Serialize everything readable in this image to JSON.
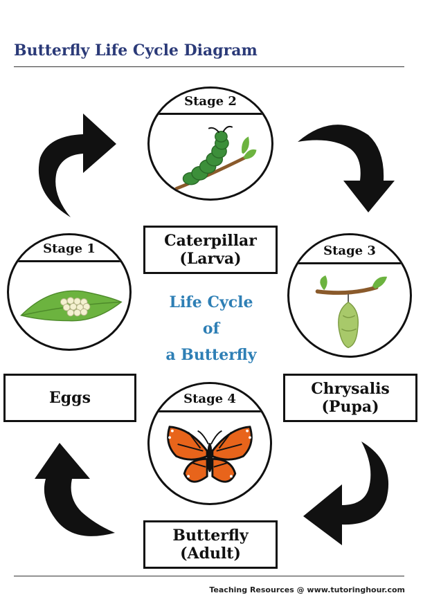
{
  "title": "Butterfly Life Cycle Diagram",
  "center": {
    "line1": "Life Cycle",
    "line2": "of",
    "line3": "a Butterfly"
  },
  "stages": [
    {
      "heading": "Stage 1",
      "label_line1": "Eggs",
      "label_line2": "",
      "icon": "eggs-on-leaf-icon"
    },
    {
      "heading": "Stage 2",
      "label_line1": "Caterpillar",
      "label_line2": "(Larva)",
      "icon": "caterpillar-icon"
    },
    {
      "heading": "Stage 3",
      "label_line1": "Chrysalis",
      "label_line2": "(Pupa)",
      "icon": "chrysalis-icon"
    },
    {
      "heading": "Stage 4",
      "label_line1": "Butterfly",
      "label_line2": "(Adult)",
      "icon": "butterfly-icon"
    }
  ],
  "credit": "Teaching Resources @ www.tutoringhour.com",
  "colors": {
    "title": "#2b3a78",
    "center_text": "#2e7fb5",
    "leaf_green": "#6cb33f",
    "caterpillar_green": "#3c8f3a",
    "butterfly_orange": "#e8641b",
    "arrow": "#111111"
  }
}
